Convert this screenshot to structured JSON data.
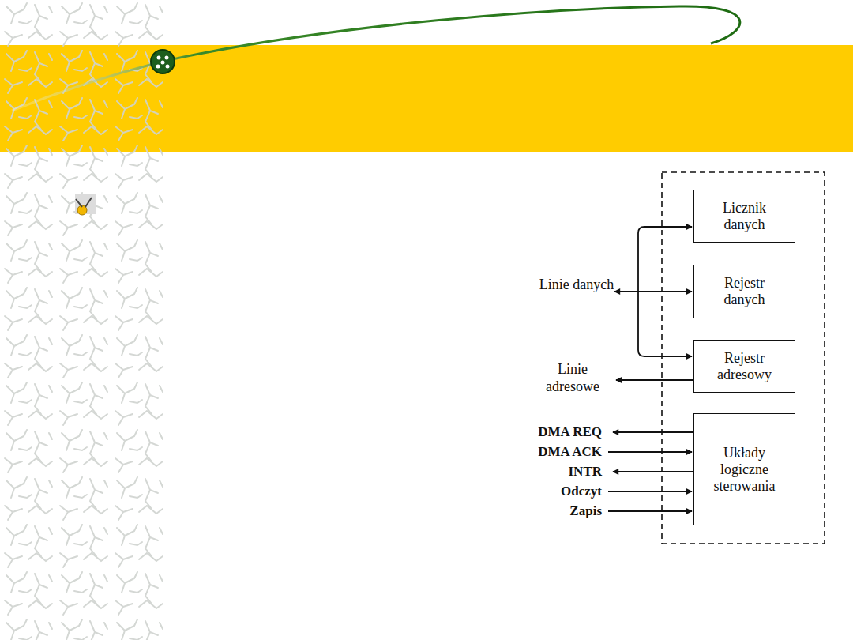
{
  "diagram": {
    "nodes": [
      {
        "text": [
          "Licznik danych"
        ]
      },
      {
        "text": [
          "Rejestr danych"
        ]
      },
      {
        "text": [
          "Rejestr adresowy"
        ]
      },
      {
        "text": [
          "Układy logiczne sterowania"
        ]
      }
    ],
    "labels": [
      "Linie danych",
      "Linie adresowe",
      "DMA REQ",
      "DMA ACK",
      "INTR",
      "Odczyt",
      "Zapis"
    ]
  }
}
